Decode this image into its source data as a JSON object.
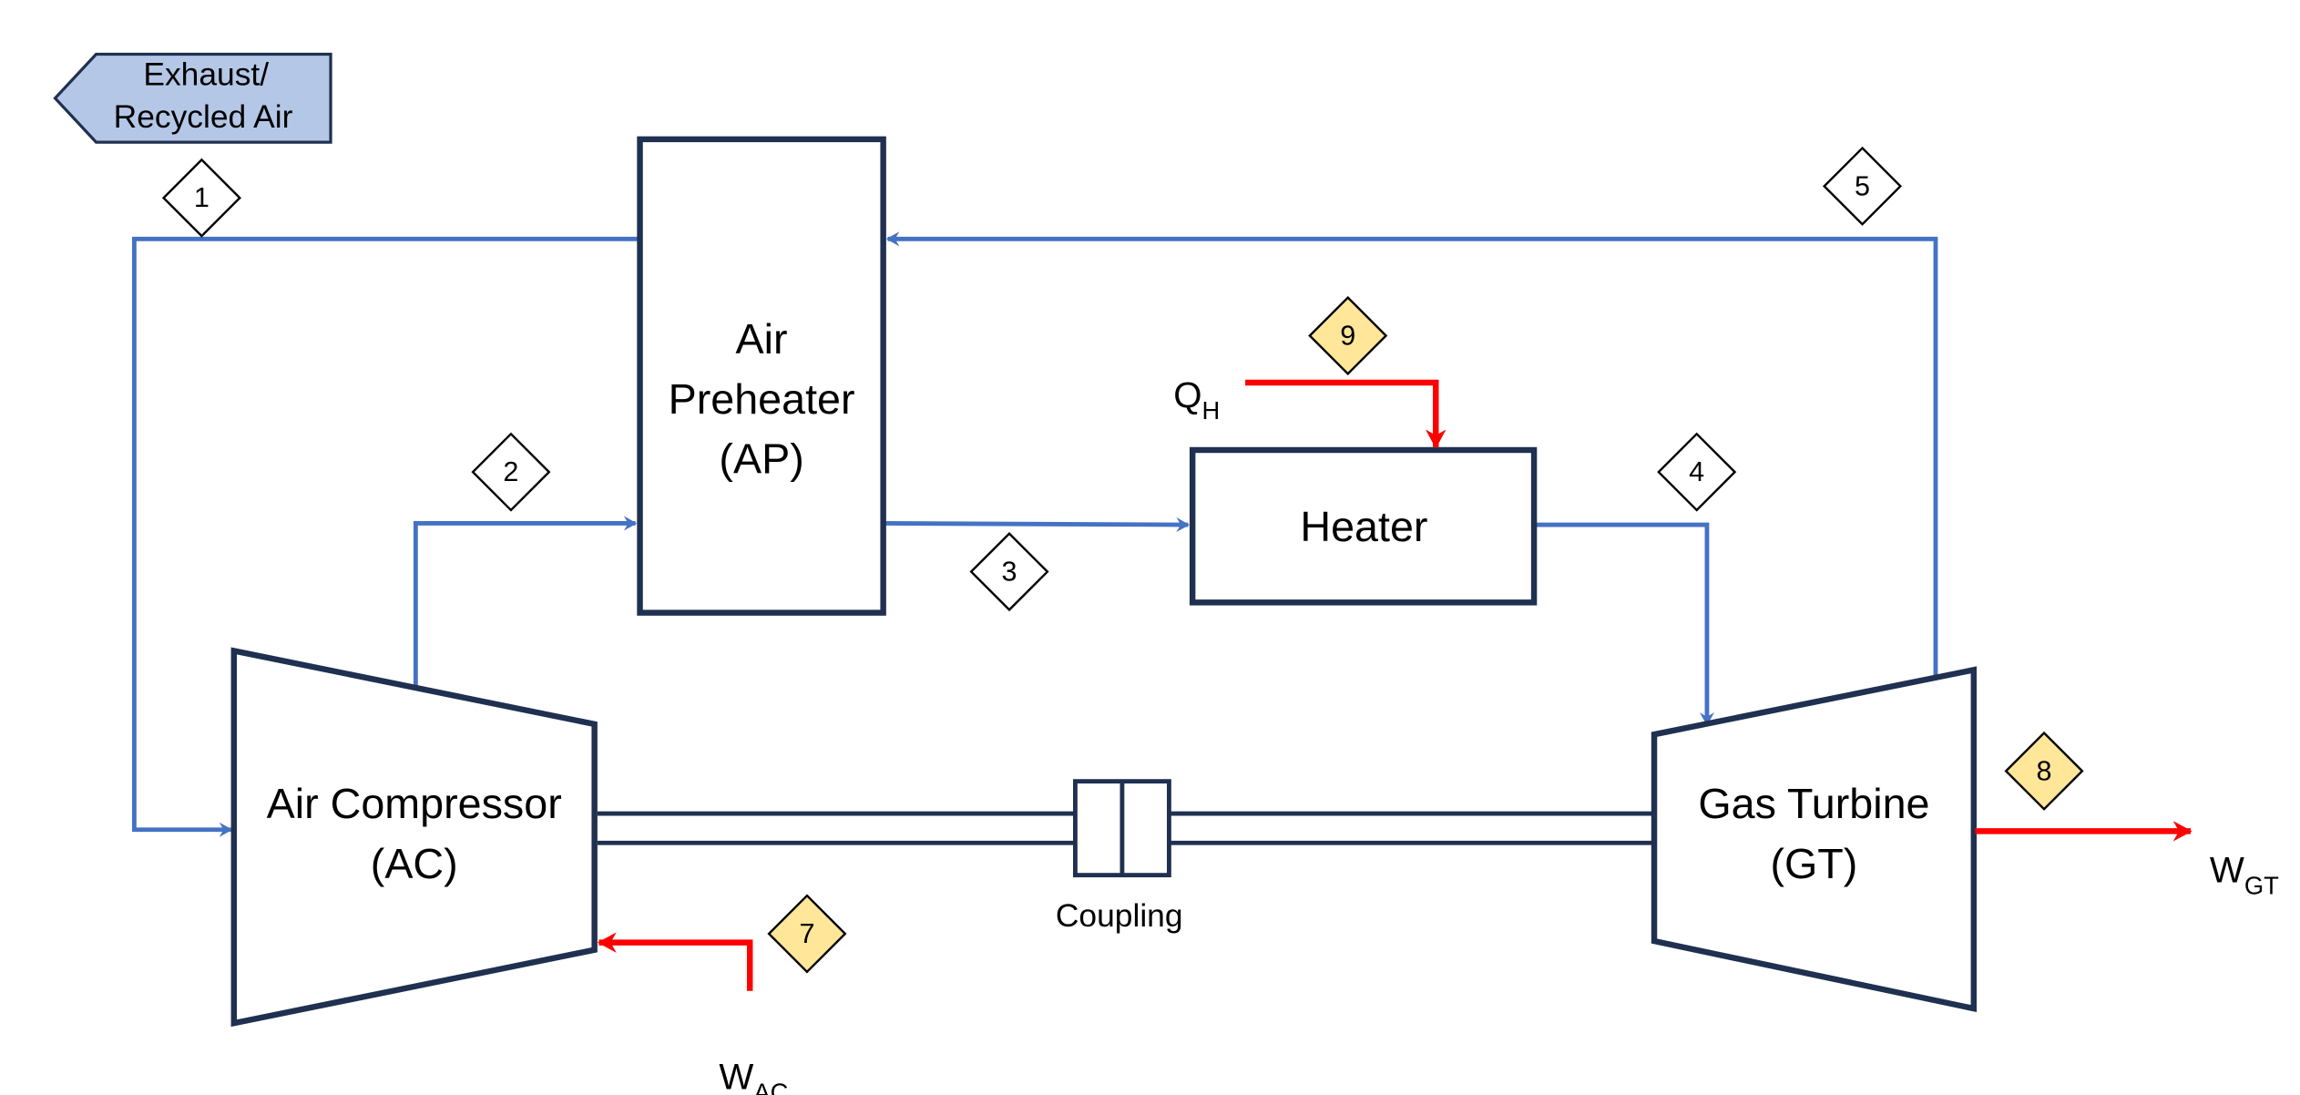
{
  "colors": {
    "stream": "#4472c4",
    "energy": "#ff0000",
    "equipment": "#1f3050",
    "energy_marker": "#ffe699",
    "exhaust_tag": "#b4c7e7"
  },
  "exhaust": {
    "line1": "Exhaust/",
    "line2": "Recycled Air"
  },
  "air_preheater": {
    "line1": "Air",
    "line2": "Preheater",
    "line3": "(AP)"
  },
  "heater": {
    "label": "Heater"
  },
  "compressor": {
    "line1": "Air Compressor",
    "line2": "(AC)"
  },
  "turbine": {
    "line1": "Gas Turbine",
    "line2": "(GT)"
  },
  "coupling": {
    "label": "Coupling"
  },
  "streams": [
    "1",
    "2",
    "3",
    "4",
    "5",
    "7",
    "8",
    "9"
  ],
  "energy": {
    "qh": {
      "main": "Q",
      "sub": "H"
    },
    "wac": {
      "main": "W",
      "sub": "AC"
    },
    "wgt": {
      "main": "W",
      "sub": "GT"
    }
  }
}
